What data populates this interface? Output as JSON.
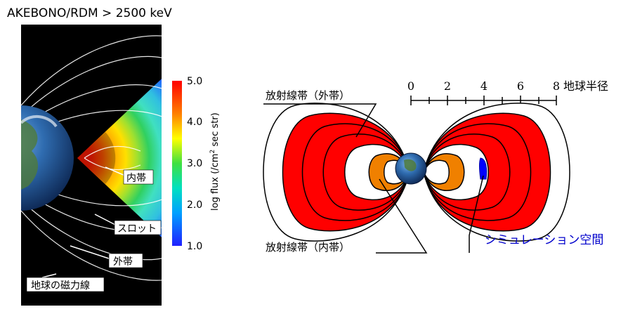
{
  "left_panel": {
    "title": "AKEBONO/RDM > 2500 keV",
    "colorbar": {
      "ticks": [
        "5.0",
        "4.0",
        "3.0",
        "2.0",
        "1.0"
      ],
      "label": "log flux  (/cm",
      "label_sup": "2",
      "label_tail": " sec str)"
    },
    "labels": {
      "inner": "内帯",
      "slot": "スロット",
      "outer": "外帯",
      "field": "地球の磁力線"
    }
  },
  "right_panel": {
    "scale": {
      "ticks": [
        "0",
        "2",
        "4",
        "6",
        "8"
      ],
      "unit": "地球半径"
    },
    "labels": {
      "outer_belt": "放射線帯（外帯）",
      "inner_belt": "放射線帯（内帯）",
      "sim_space": "シミュレーション空間"
    },
    "colors": {
      "outer_belt": "#ff0000",
      "inner_belt": "#f08000",
      "sim_space": "#0000ff",
      "sim_label": "#0000cc"
    }
  }
}
